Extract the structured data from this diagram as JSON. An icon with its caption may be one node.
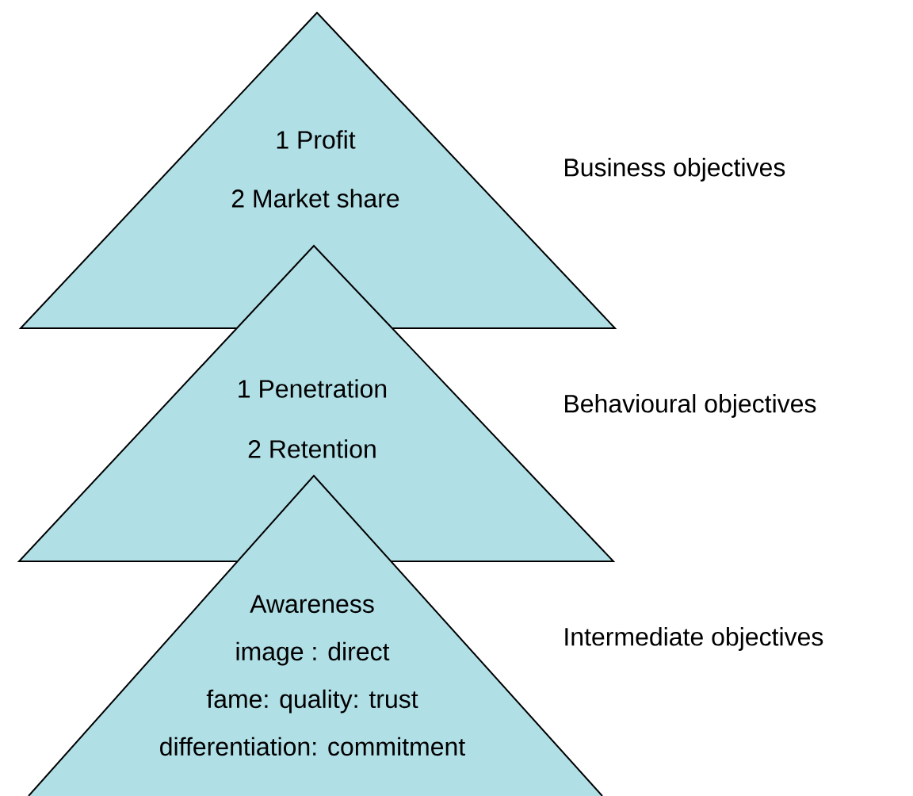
{
  "diagram": {
    "nodes": [
      {
        "text": [
          "1 Profit",
          "2 Market share"
        ],
        "beside": [
          "Business objectives"
        ]
      },
      {
        "text": [
          "1 Penetration",
          "2 Retention"
        ],
        "beside": [
          "Behavioural objectives"
        ]
      },
      {
        "text": [
          "Awareness",
          "image : direct",
          "fame: quality: trust",
          "differentiation: commitment"
        ],
        "beside": [
          "Intermediate objectives"
        ]
      }
    ]
  }
}
